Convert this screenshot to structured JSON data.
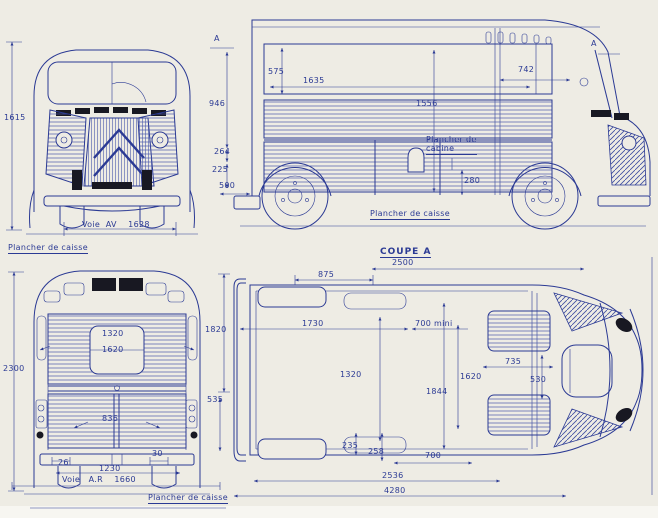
{
  "palette": {
    "paper": "#eeece4",
    "ink": "#2b3a94",
    "black": "#181822"
  },
  "front_view": {
    "dim_overall_height": "1615",
    "dim_front_track": "Voie  AV    1628",
    "caption_floor": "Plancher de caisse"
  },
  "side_view": {
    "marker_left": "A",
    "marker_right": "A",
    "dim_946": "946",
    "dim_264": "264",
    "dim_225": "225",
    "dim_500": "500",
    "dim_window_height": "575",
    "dim_window_width": "1635",
    "dim_body_height": "1556",
    "dim_windshield": "742",
    "dim_cab_floor": "280",
    "caption_cab_floor": "Plancher de\ncabine",
    "caption_floor": "Plancher de caisse"
  },
  "rear_view": {
    "dim_overall_height": "2300",
    "dim_body_height": "1820",
    "dim_535": "535",
    "dim_1320": "1320",
    "dim_1620": "1620",
    "dim_836": "836",
    "dim_26": "26",
    "dim_30": "30",
    "dim_1230": "1230",
    "dim_rear_track": "Voie   A.R    1660",
    "caption_floor": "Plancher de caisse"
  },
  "plan_view": {
    "section_title": "COUPE A",
    "dim_2500": "2500",
    "dim_875": "875",
    "dim_1730": "1730",
    "dim_700_mini": "700 mini",
    "dim_1320": "1320",
    "dim_1620": "1620",
    "dim_1844": "1844",
    "dim_735": "735",
    "dim_530": "530",
    "dim_235": "235",
    "dim_258": "258",
    "dim_700": "700",
    "dim_2536": "2536",
    "dim_4280": "4280"
  }
}
